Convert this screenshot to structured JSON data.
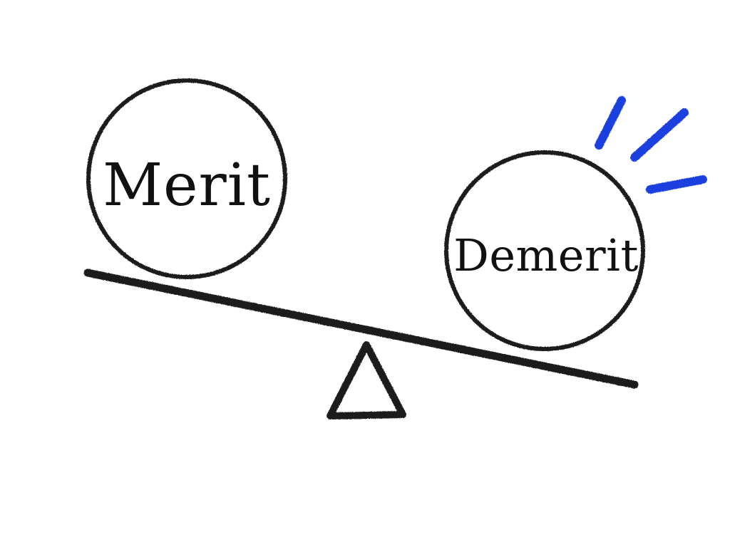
{
  "labels": {
    "left_weight": "Merit",
    "right_weight": "Demerit"
  },
  "colors": {
    "background": "#ffffff",
    "ink": "#1a1a1a",
    "emphasis": "#1f3fe0"
  },
  "icons": {
    "left_weight": "circle-weight",
    "right_weight": "circle-weight",
    "fulcrum": "triangle-fulcrum",
    "emphasis": "burst-lines-icon"
  }
}
